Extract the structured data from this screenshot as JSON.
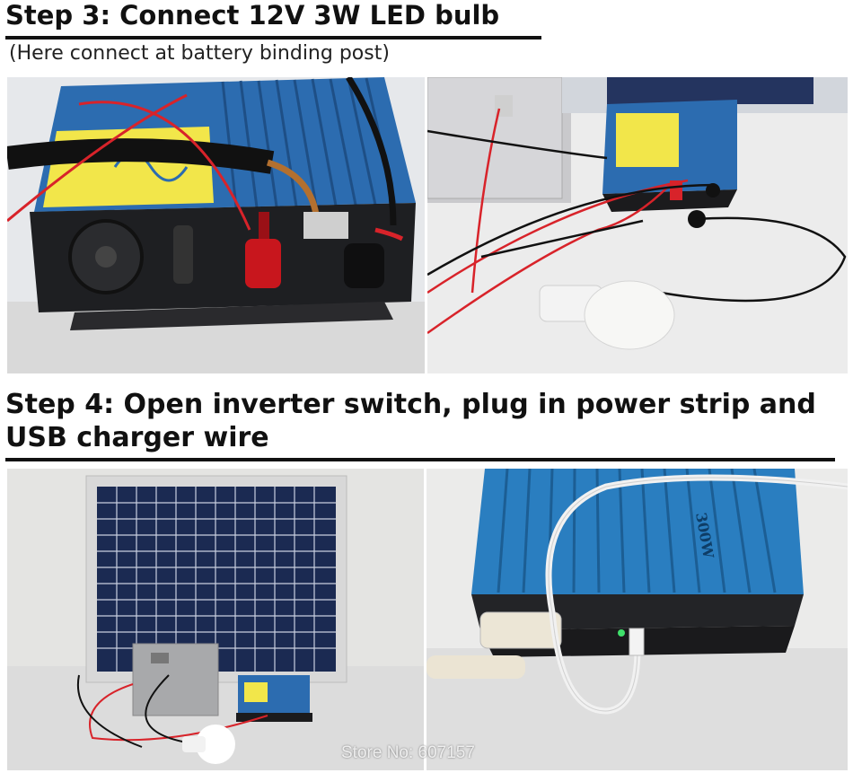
{
  "step3": {
    "title": "Step 3: Connect 12V 3W LED bulb",
    "subtitle": "(Here connect at battery binding post)"
  },
  "step4": {
    "title": "Step 4: Open inverter switch, plug in power strip and USB charger wire"
  },
  "watermark": "Store No: 607157",
  "inverter_label": "300W",
  "colors": {
    "inverter_blue": "#2a6fb5",
    "label_yellow": "#f2e64a",
    "wire_red": "#d8232a",
    "clamp_red": "#c8161d",
    "panel_blue": "#1b2a52",
    "background_gray": "#e9e9e9"
  }
}
